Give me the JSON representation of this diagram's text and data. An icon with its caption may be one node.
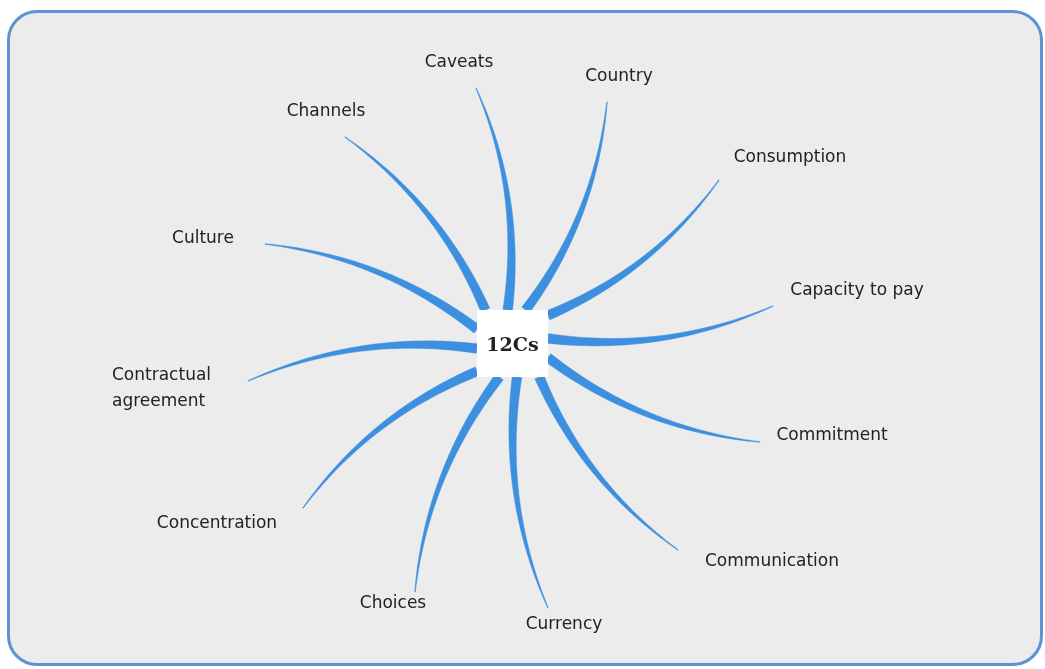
{
  "diagram": {
    "nodes": [
      {
        "text": [
          "12Cs"
        ]
      },
      {
        "text": [
          "Caveats"
        ]
      },
      {
        "text": [
          "Country"
        ]
      },
      {
        "text": [
          "Consumption"
        ]
      },
      {
        "text": [
          "Capacity to pay"
        ]
      },
      {
        "text": [
          "Commitment"
        ]
      },
      {
        "text": [
          "Communication"
        ]
      },
      {
        "text": [
          "Currency"
        ]
      },
      {
        "text": [
          "Choices"
        ]
      },
      {
        "text": [
          "Concentration"
        ]
      },
      {
        "text": [
          "Contractual agreement"
        ]
      },
      {
        "text": [
          "Culture"
        ]
      },
      {
        "text": [
          "Channels"
        ]
      }
    ],
    "edges": [
      {
        "from": 0,
        "to": 1,
        "arrow": "none"
      },
      {
        "from": 0,
        "to": 2,
        "arrow": "none"
      },
      {
        "from": 0,
        "to": 3,
        "arrow": "none"
      },
      {
        "from": 0,
        "to": 4,
        "arrow": "none"
      },
      {
        "from": 0,
        "to": 5,
        "arrow": "none"
      },
      {
        "from": 0,
        "to": 6,
        "arrow": "none"
      },
      {
        "from": 0,
        "to": 7,
        "arrow": "none"
      },
      {
        "from": 0,
        "to": 8,
        "arrow": "none"
      },
      {
        "from": 0,
        "to": 9,
        "arrow": "none"
      },
      {
        "from": 0,
        "to": 10,
        "arrow": "none"
      },
      {
        "from": 0,
        "to": 11,
        "arrow": "none"
      },
      {
        "from": 0,
        "to": 12,
        "arrow": "none"
      }
    ]
  }
}
